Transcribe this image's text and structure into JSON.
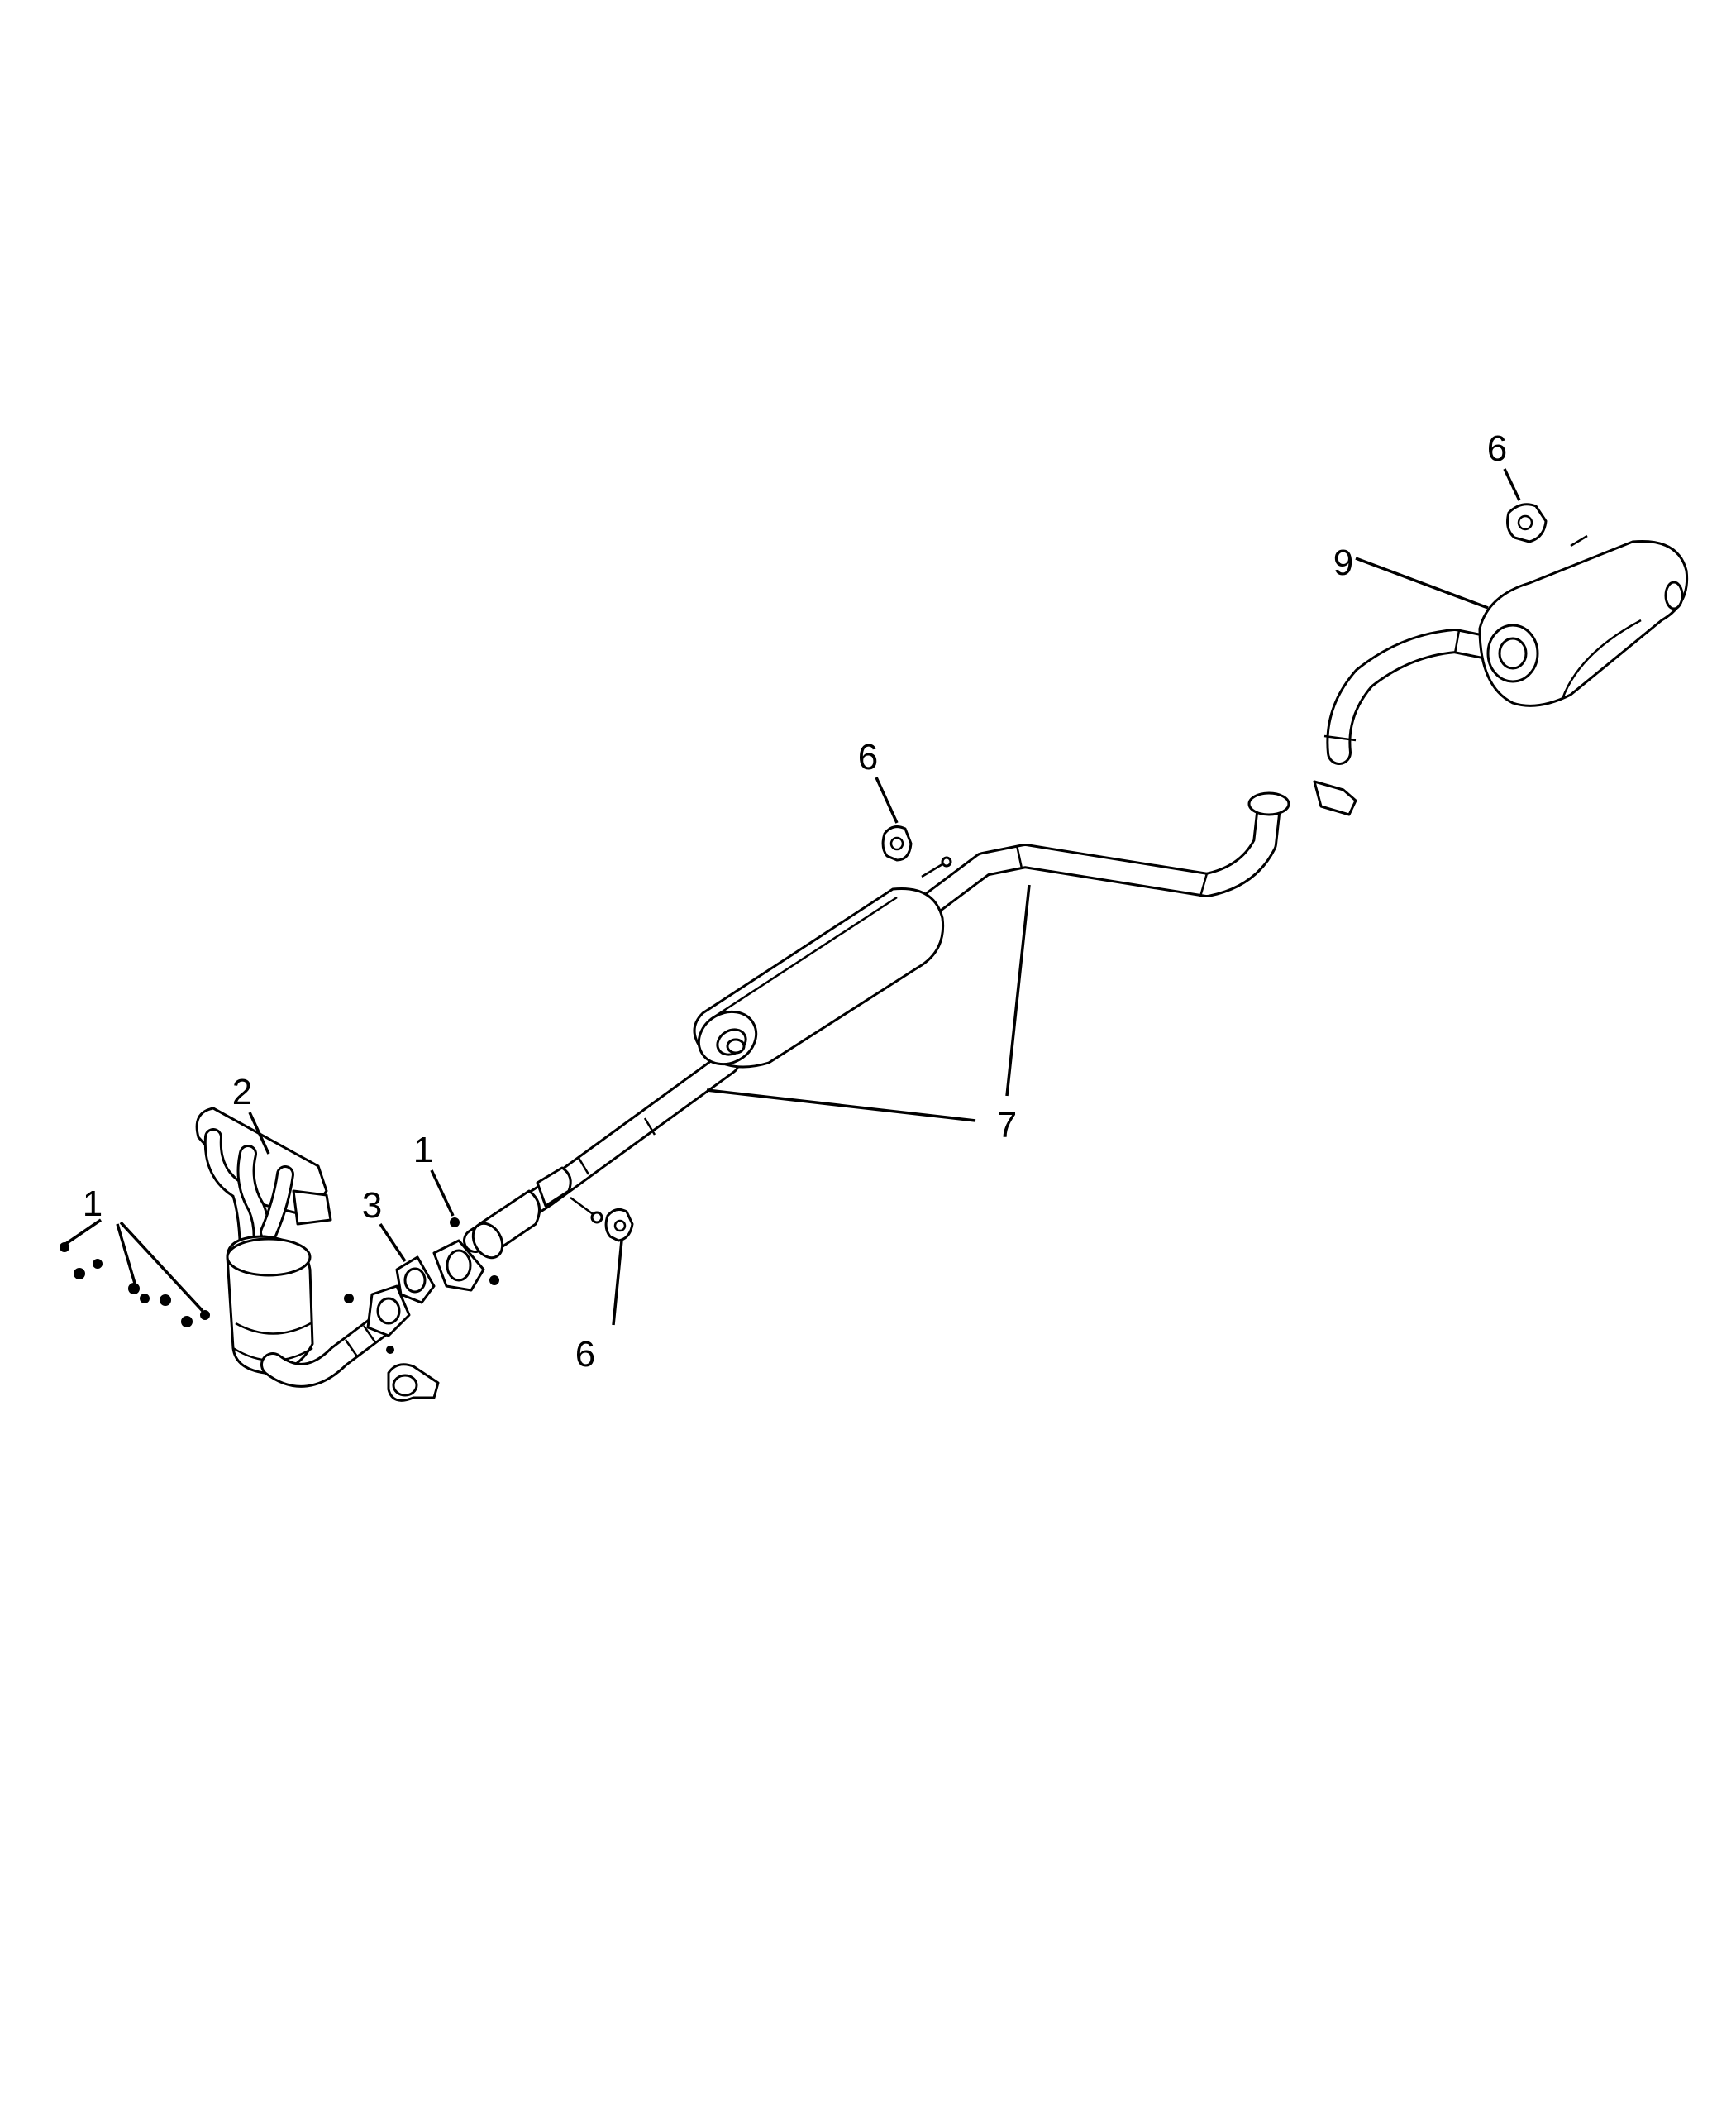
{
  "diagram": {
    "callouts": [
      {
        "id": "c1a",
        "label": "1"
      },
      {
        "id": "c1b",
        "label": "1"
      },
      {
        "id": "c2",
        "label": "2"
      },
      {
        "id": "c3",
        "label": "3"
      },
      {
        "id": "c6a",
        "label": "6"
      },
      {
        "id": "c6b",
        "label": "6"
      },
      {
        "id": "c6c",
        "label": "6"
      },
      {
        "id": "c7",
        "label": "7"
      },
      {
        "id": "c9",
        "label": "9"
      }
    ]
  }
}
